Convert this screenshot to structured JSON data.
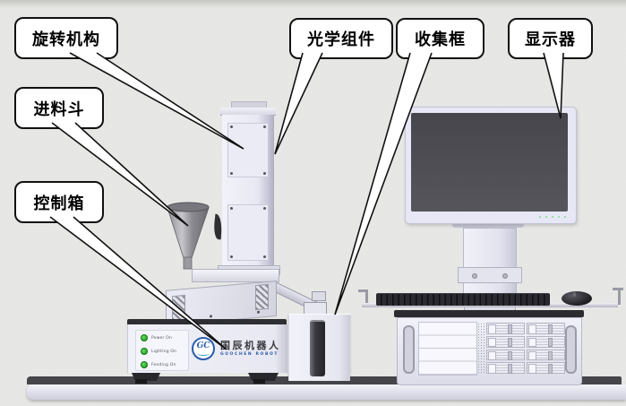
{
  "callouts": {
    "rotation": {
      "label": "旋转机构"
    },
    "hopper": {
      "label": "进料斗"
    },
    "control_box": {
      "label": "控制箱"
    },
    "optics": {
      "label": "光学组件"
    },
    "collection": {
      "label": "收集框"
    },
    "monitor": {
      "label": "显示器"
    }
  },
  "control_box": {
    "leds": [
      {
        "label": "Power On"
      },
      {
        "label": "Lighting On"
      },
      {
        "label": "Feeding On"
      }
    ],
    "logo": {
      "monogram": "GC",
      "cn": "国辰机器人",
      "en": "GUOCHEN ROBOT"
    }
  },
  "colors": {
    "brand_blue": "#2a5caa",
    "led_green": "#2db52d",
    "machine_body": "#e8e8f2",
    "screen_dark": "#4c4c52",
    "background": "#e9e9e7"
  }
}
